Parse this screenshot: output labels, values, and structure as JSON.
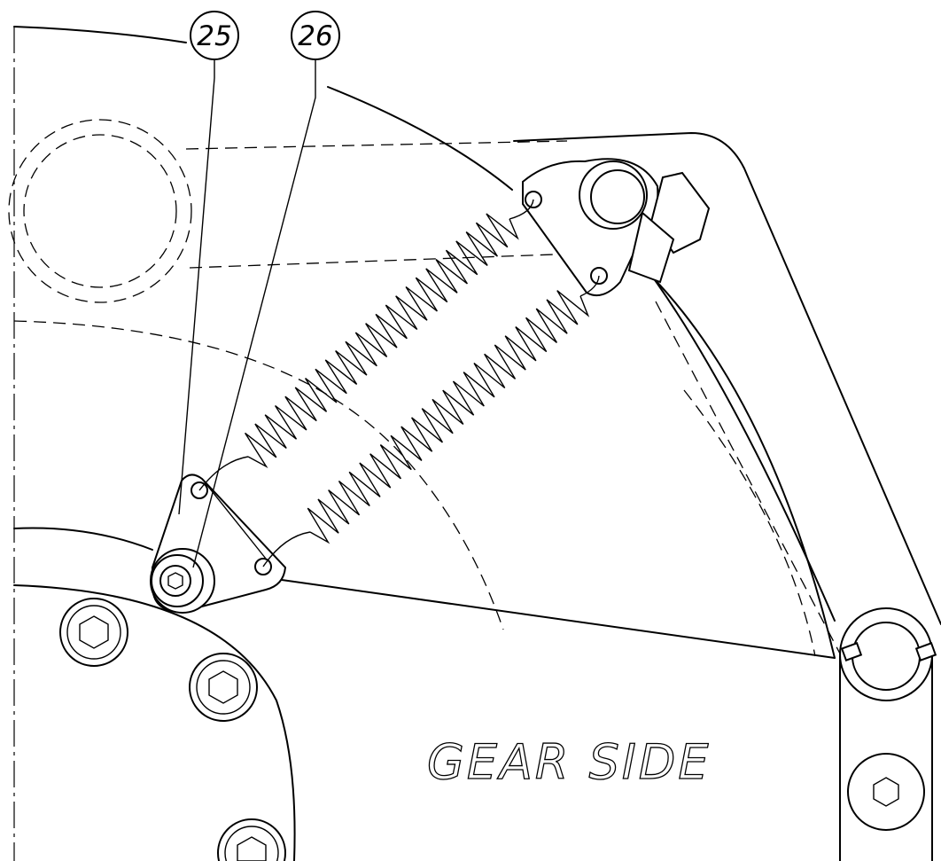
{
  "callouts": [
    {
      "id": "25",
      "label": "25"
    },
    {
      "id": "26",
      "label": "26"
    }
  ],
  "note": "GEAR SIDE",
  "colors": {
    "line": "#000000",
    "background": "#ffffff"
  }
}
